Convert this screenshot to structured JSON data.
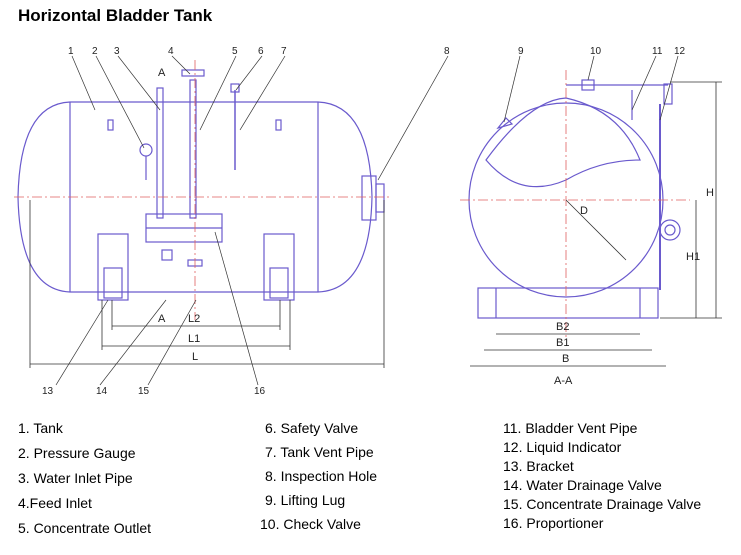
{
  "title": "Horizontal Bladder Tank",
  "callouts": {
    "n1": "1",
    "n2": "2",
    "n3": "3",
    "n4": "4",
    "n5": "5",
    "n6": "6",
    "n7": "7",
    "n8": "8",
    "n9": "9",
    "n10": "10",
    "n11": "11",
    "n12": "12",
    "n13": "13",
    "n14": "14",
    "n15": "15",
    "n16": "16"
  },
  "dimensions": {
    "L": "L",
    "L1": "L1",
    "L2": "L2",
    "B": "B",
    "B1": "B1",
    "B2": "B2",
    "H": "H",
    "H1": "H1",
    "D": "D",
    "section_mark": "A",
    "section_view": "A-A"
  },
  "legend": [
    "1. Tank",
    "2. Pressure Gauge",
    "3. Water Inlet Pipe",
    "4.Feed Inlet",
    "5. Concentrate Outlet",
    "6. Safety Valve",
    "7. Tank Vent Pipe",
    "8. Inspection Hole",
    "9. Lifting Lug",
    "10. Check Valve",
    "11. Bladder Vent Pipe",
    "12. Liquid Indicator",
    "13. Bracket",
    "14. Water Drainage Valve",
    "15. Concentrate Drainage Valve",
    "16. Proportioner"
  ],
  "colors": {
    "outline": "#6a5acd",
    "dimension": "#333333",
    "centerline": "#e06060"
  }
}
